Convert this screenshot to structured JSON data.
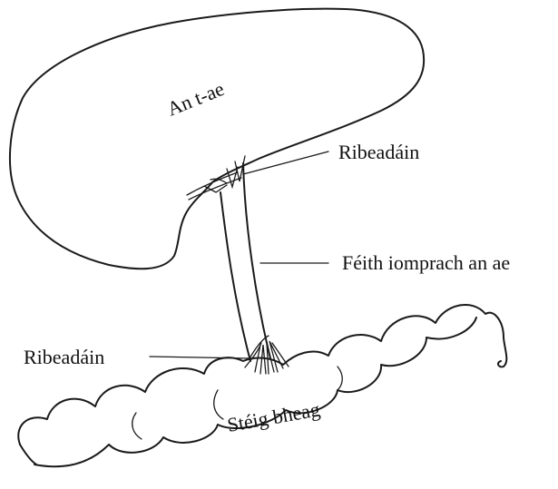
{
  "labels": {
    "liver": "An t-ae",
    "capillaries_top": "Ribeadáin",
    "portal_vein": "Féith iomprach an ae",
    "capillaries_bottom": "Ribeadáin",
    "small_intestine": "Stéig bheag"
  },
  "colors": {
    "ink": "#1a1a1a",
    "background": "#ffffff"
  }
}
